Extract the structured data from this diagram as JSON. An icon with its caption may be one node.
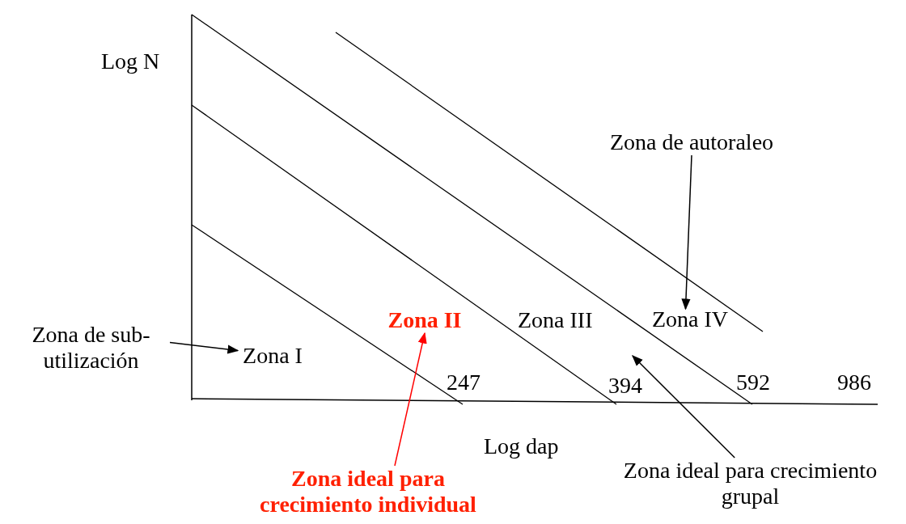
{
  "diagram": {
    "nodes": [
      {
        "text": [
          "Zona de autoraleo"
        ]
      },
      {
        "text": [
          "Zona II"
        ]
      },
      {
        "text": [
          "Zona IV"
        ]
      },
      {
        "text": [
          "Zona de sub-utilización"
        ]
      },
      {
        "text": [
          "Zona I"
        ]
      },
      {
        "text": [
          "Zona ideal para crecimiento individual"
        ]
      },
      {
        "text": [
          "Zona ideal para crecimiento grupal"
        ]
      }
    ],
    "edges": [
      {
        "from": 0,
        "to": 2,
        "arrow": "to"
      },
      {
        "from": 3,
        "to": 4,
        "arrow": "to"
      },
      {
        "from": 5,
        "to": 1,
        "arrow": "to",
        "color": "#ff0000"
      },
      {
        "from": 6,
        "to": null,
        "arrow": "to"
      }
    ],
    "labels": [
      "Log N",
      "Zona III",
      "247",
      "394",
      "592",
      "986",
      "Log dap"
    ]
  }
}
